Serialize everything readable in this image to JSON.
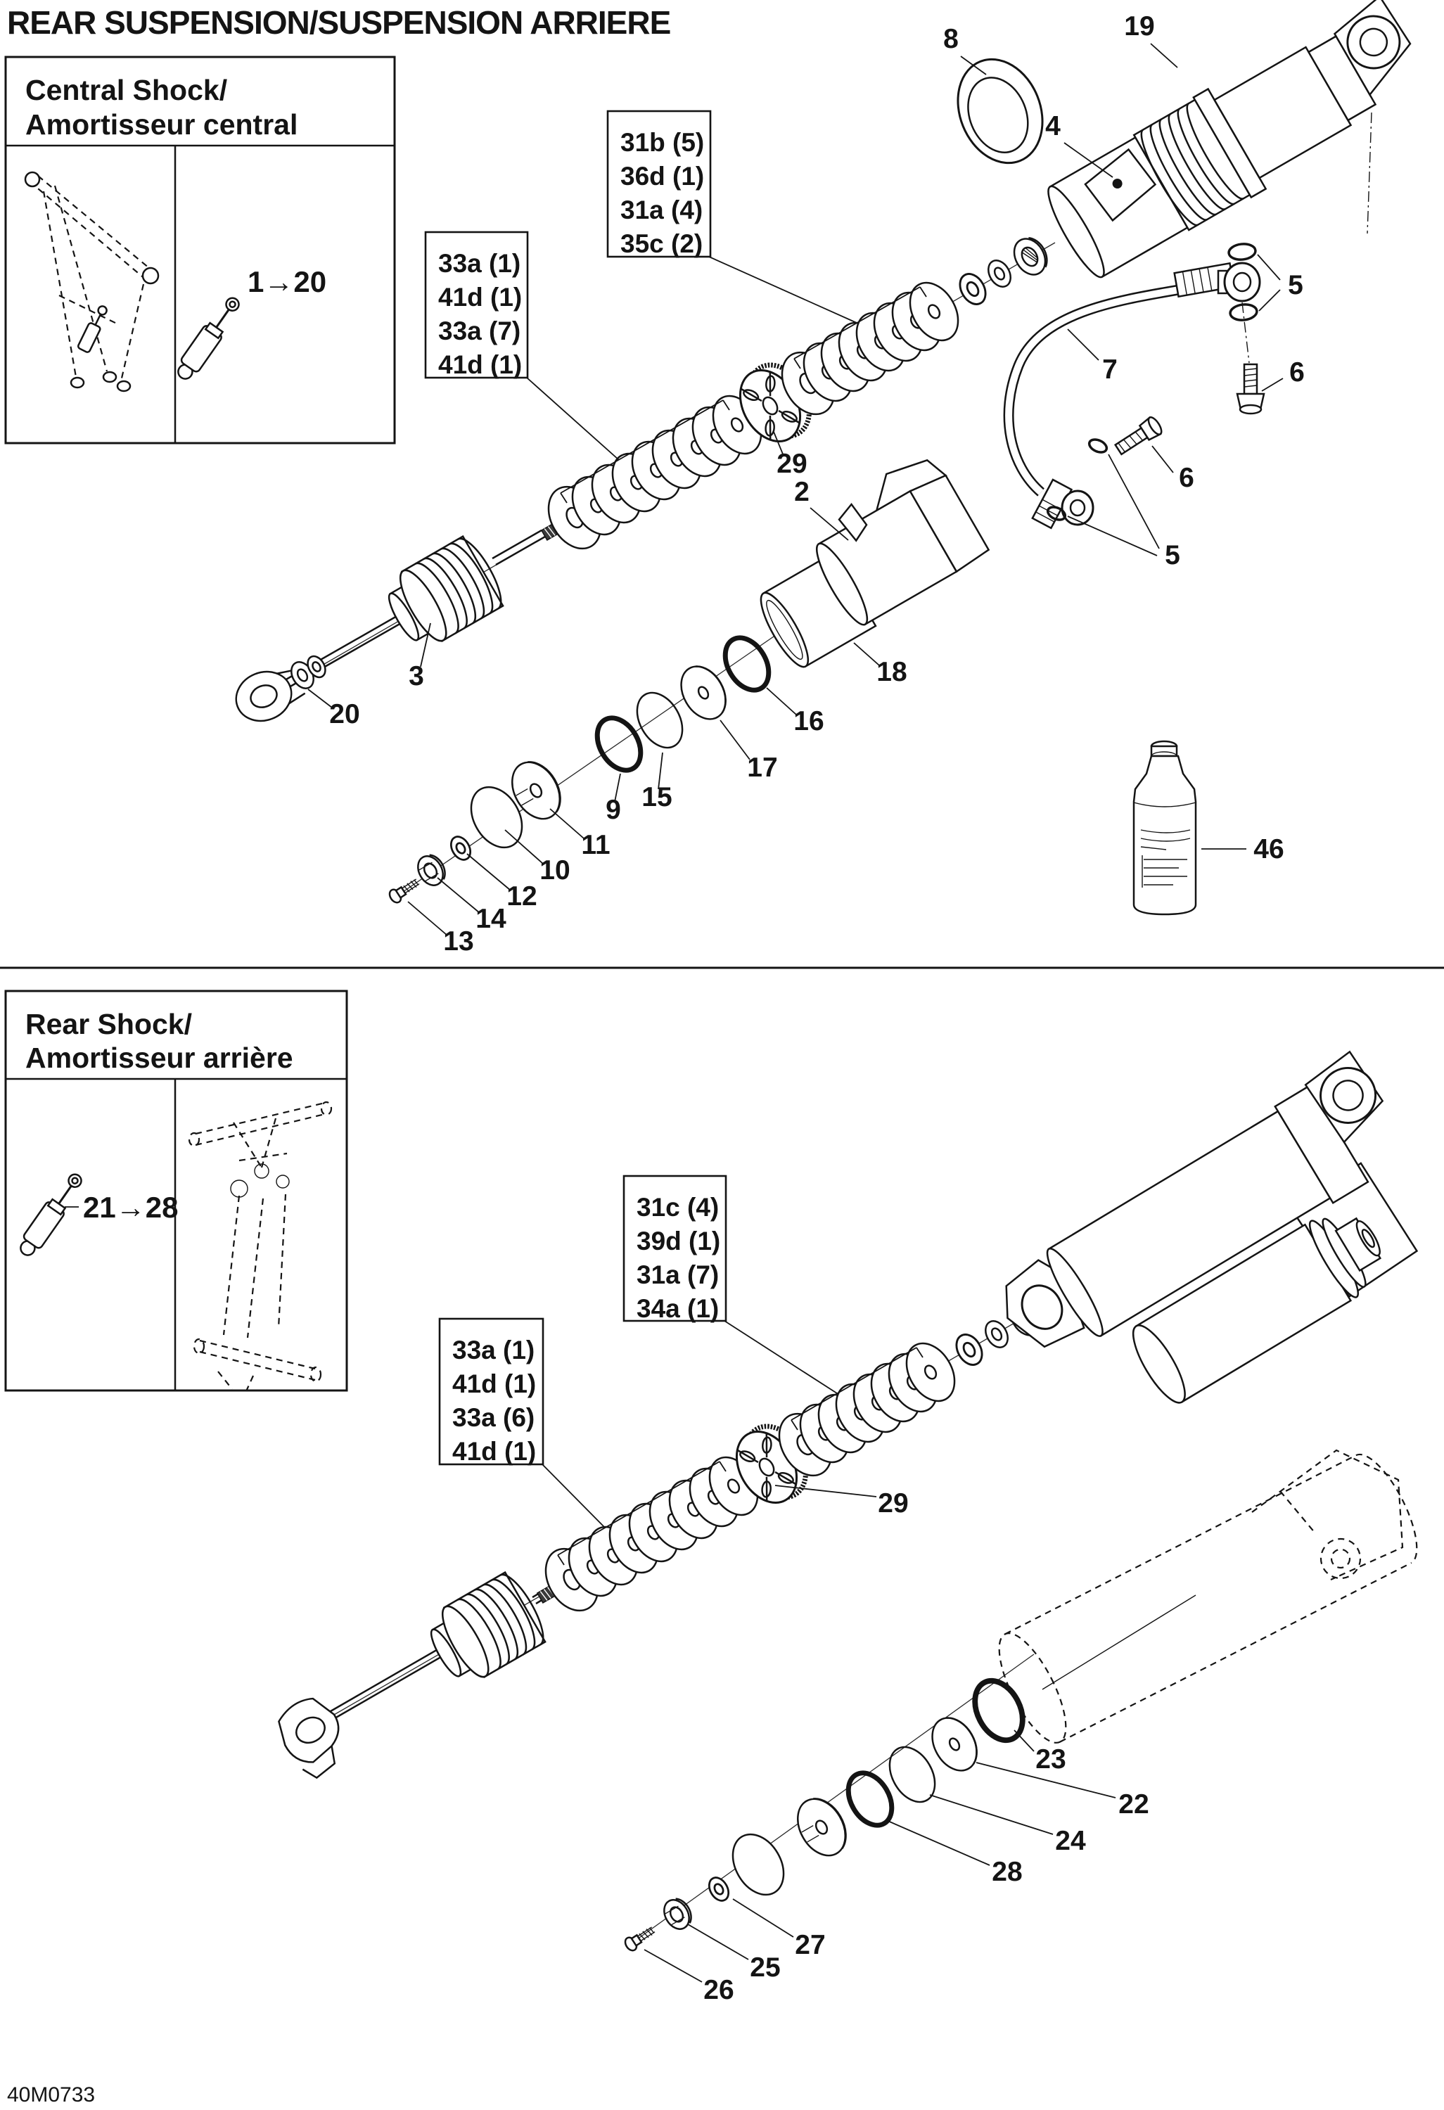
{
  "title": "REAR SUSPENSION/SUSPENSION ARRIERE",
  "doc_code": "40M0733",
  "central": {
    "inset_title_1": "Central Shock/",
    "inset_title_2": "Amortisseur central",
    "range_label": "1→20",
    "callout_a": {
      "lines": [
        "31b (5)",
        "36d (1)",
        "31a (4)",
        "35c (2)"
      ]
    },
    "callout_b": {
      "lines": [
        "33a (1)",
        "41d (1)",
        "33a (7)",
        "41d (1)"
      ]
    },
    "labels": {
      "l8": "8",
      "l19": "19",
      "l4": "4",
      "l5a": "5",
      "l5b": "5",
      "l6a": "6",
      "l6b": "6",
      "l7": "7",
      "l29": "29",
      "l2": "2",
      "l3": "3",
      "l20": "20",
      "l18": "18",
      "l16": "16",
      "l17": "17",
      "l15": "15",
      "l9": "9",
      "l11": "11",
      "l10": "10",
      "l12": "12",
      "l14": "14",
      "l13": "13",
      "l46": "46"
    }
  },
  "rear": {
    "inset_title_1": "Rear Shock/",
    "inset_title_2": "Amortisseur arrière",
    "range_label": "21→28",
    "callout_a": {
      "lines": [
        "31c (4)",
        "39d (1)",
        "31a (7)",
        "34a (1)"
      ]
    },
    "callout_b": {
      "lines": [
        "33a (1)",
        "41d (1)",
        "33a (6)",
        "41d (1)"
      ]
    },
    "labels": {
      "l29": "29",
      "l23": "23",
      "l22": "22",
      "l24": "24",
      "l28": "28",
      "l27": "27",
      "l25": "25",
      "l26": "26"
    }
  }
}
